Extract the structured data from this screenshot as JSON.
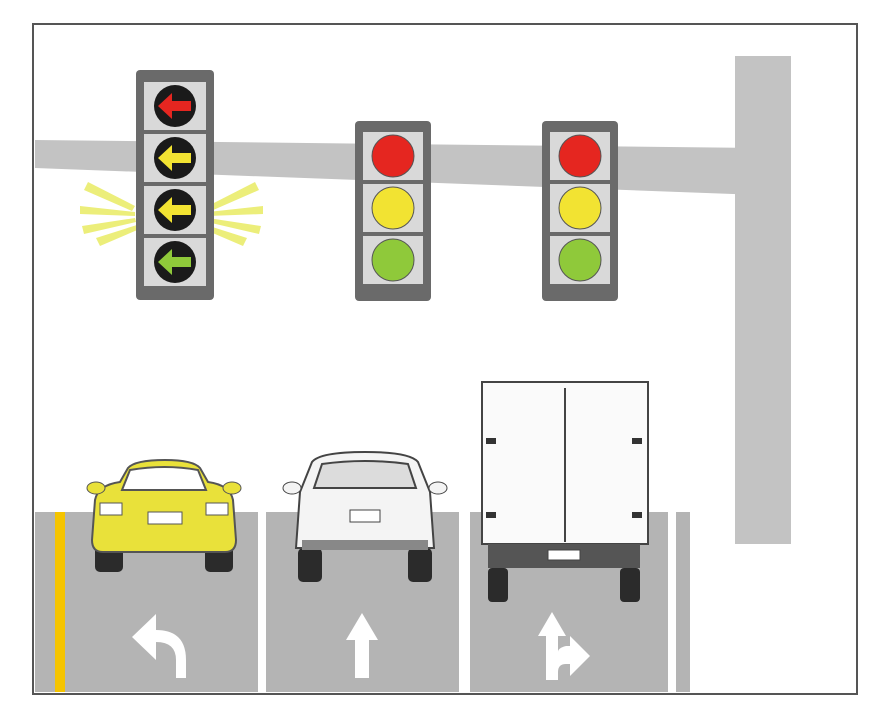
{
  "colors": {
    "background": "#ffffff",
    "frame": "#555555",
    "pole": "#c3c3c3",
    "road": "#b4b4b4",
    "lane_line": "#ffffff",
    "edge_line": "#f5c400",
    "signal_housing": "#6a6a6a",
    "signal_box": "#d9d9d9",
    "lens_off": "#1a1a1a",
    "red": "#e52620",
    "yellow": "#f2e332",
    "green": "#8fc93a",
    "flash": "#ecee7a",
    "car_yellow": "#e9e13a",
    "car_white": "#f4f4f4",
    "truck_white": "#fafafa",
    "tire": "#2b2b2b",
    "marking": "#ffffff"
  },
  "signals": [
    {
      "id": "left-turn-signal",
      "type": "arrow",
      "lenses": [
        "red",
        "yellow",
        "yellow",
        "green"
      ],
      "flashing_lens": 2,
      "direction": "left"
    },
    {
      "id": "through-signal-1",
      "type": "ball",
      "lenses": [
        "red",
        "yellow",
        "green"
      ]
    },
    {
      "id": "through-signal-2",
      "type": "ball",
      "lenses": [
        "red",
        "yellow",
        "green"
      ]
    }
  ],
  "lanes": [
    {
      "id": "left-turn-lane",
      "marking": "left-turn-arrow",
      "vehicle": "yellow-car"
    },
    {
      "id": "through-lane",
      "marking": "straight-arrow",
      "vehicle": "white-car"
    },
    {
      "id": "through-right-lane",
      "marking": "straight-right-arrow",
      "vehicle": "box-truck"
    }
  ]
}
